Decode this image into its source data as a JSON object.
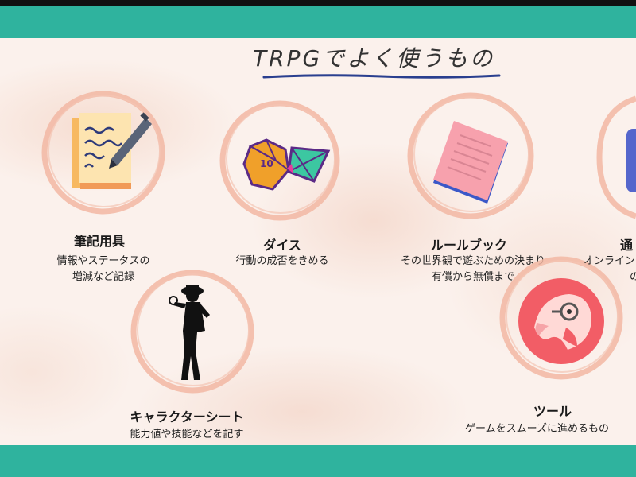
{
  "slide": {
    "title": "TRPGでよく使うもの"
  },
  "items": [
    {
      "icon": "notebook-pen-icon",
      "label": "筆記用具",
      "desc1": "情報やステータスの",
      "desc2": "増減など記録"
    },
    {
      "icon": "dice-icon",
      "label": "ダイス",
      "desc1": "行動の成否をきめる"
    },
    {
      "icon": "rulebook-icon",
      "label": "ルールブック",
      "desc1": "その世界観で遊ぶための決まり",
      "desc2": "有償から無償まで"
    },
    {
      "icon": "detective-silhouette-icon",
      "label": "キャラクターシート",
      "desc1": "能力値や技能などを記す"
    },
    {
      "icon": "parrot-tool-icon",
      "label": "ツール",
      "desc1": "ゲームをスムーズに進めるもの"
    },
    {
      "icon": "online-app-icon",
      "label": "通",
      "desc1": "オンライン",
      "desc2": "の"
    }
  ],
  "colors": {
    "teal": "#2fb39e",
    "ring": "#f2b7a3",
    "underline": "#2a3f8f"
  }
}
